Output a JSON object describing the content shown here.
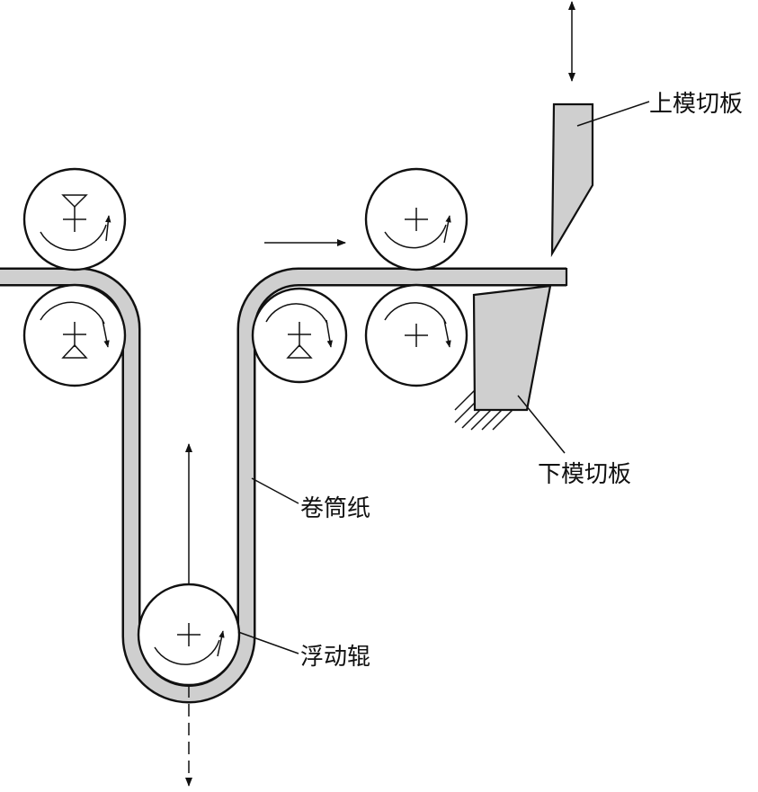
{
  "labels": {
    "upper_die": "上模切板",
    "lower_die": "下模切板",
    "web": "卷筒纸",
    "dancer": "浮动辊"
  },
  "colors": {
    "paper": "#cfcfcf",
    "die": "#cfcfcf",
    "line": "#111111"
  }
}
